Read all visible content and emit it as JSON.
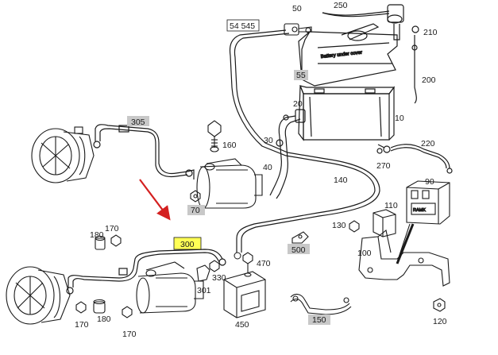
{
  "colors": {
    "line": "#1a1a1a",
    "callout_fill_grey": "#c8c8c8",
    "callout_fill_yellow": "#ffff55",
    "arrow": "#d42020"
  },
  "labels": {
    "p50": "50",
    "p250": "250",
    "p54545": "54 545",
    "p210": "210",
    "p200": "200",
    "p55": "55",
    "p20": "20",
    "p10": "10",
    "p305": "305",
    "p160": "160",
    "p30": "30",
    "p220": "220",
    "p270": "270",
    "p40": "40",
    "p140": "140",
    "p90": "90",
    "p70": "70",
    "p110": "110",
    "p130": "130",
    "p180a": "180",
    "p170a": "170",
    "p300": "300",
    "p500": "500",
    "p470": "470",
    "p100": "100",
    "p330": "330",
    "p301": "301",
    "p170b": "170",
    "p180b": "180",
    "p170c": "170",
    "p450": "450",
    "p150": "150",
    "p120": "120"
  },
  "printed_text": {
    "battery_lid": "Battery under cover",
    "fuse_box": "RAMK"
  },
  "icons": [
    "alternator-upper",
    "alternator-lower",
    "starter-upper",
    "starter-lower",
    "battery",
    "fuse-box",
    "bracket-450",
    "bracket-100",
    "pointer-arrow"
  ]
}
